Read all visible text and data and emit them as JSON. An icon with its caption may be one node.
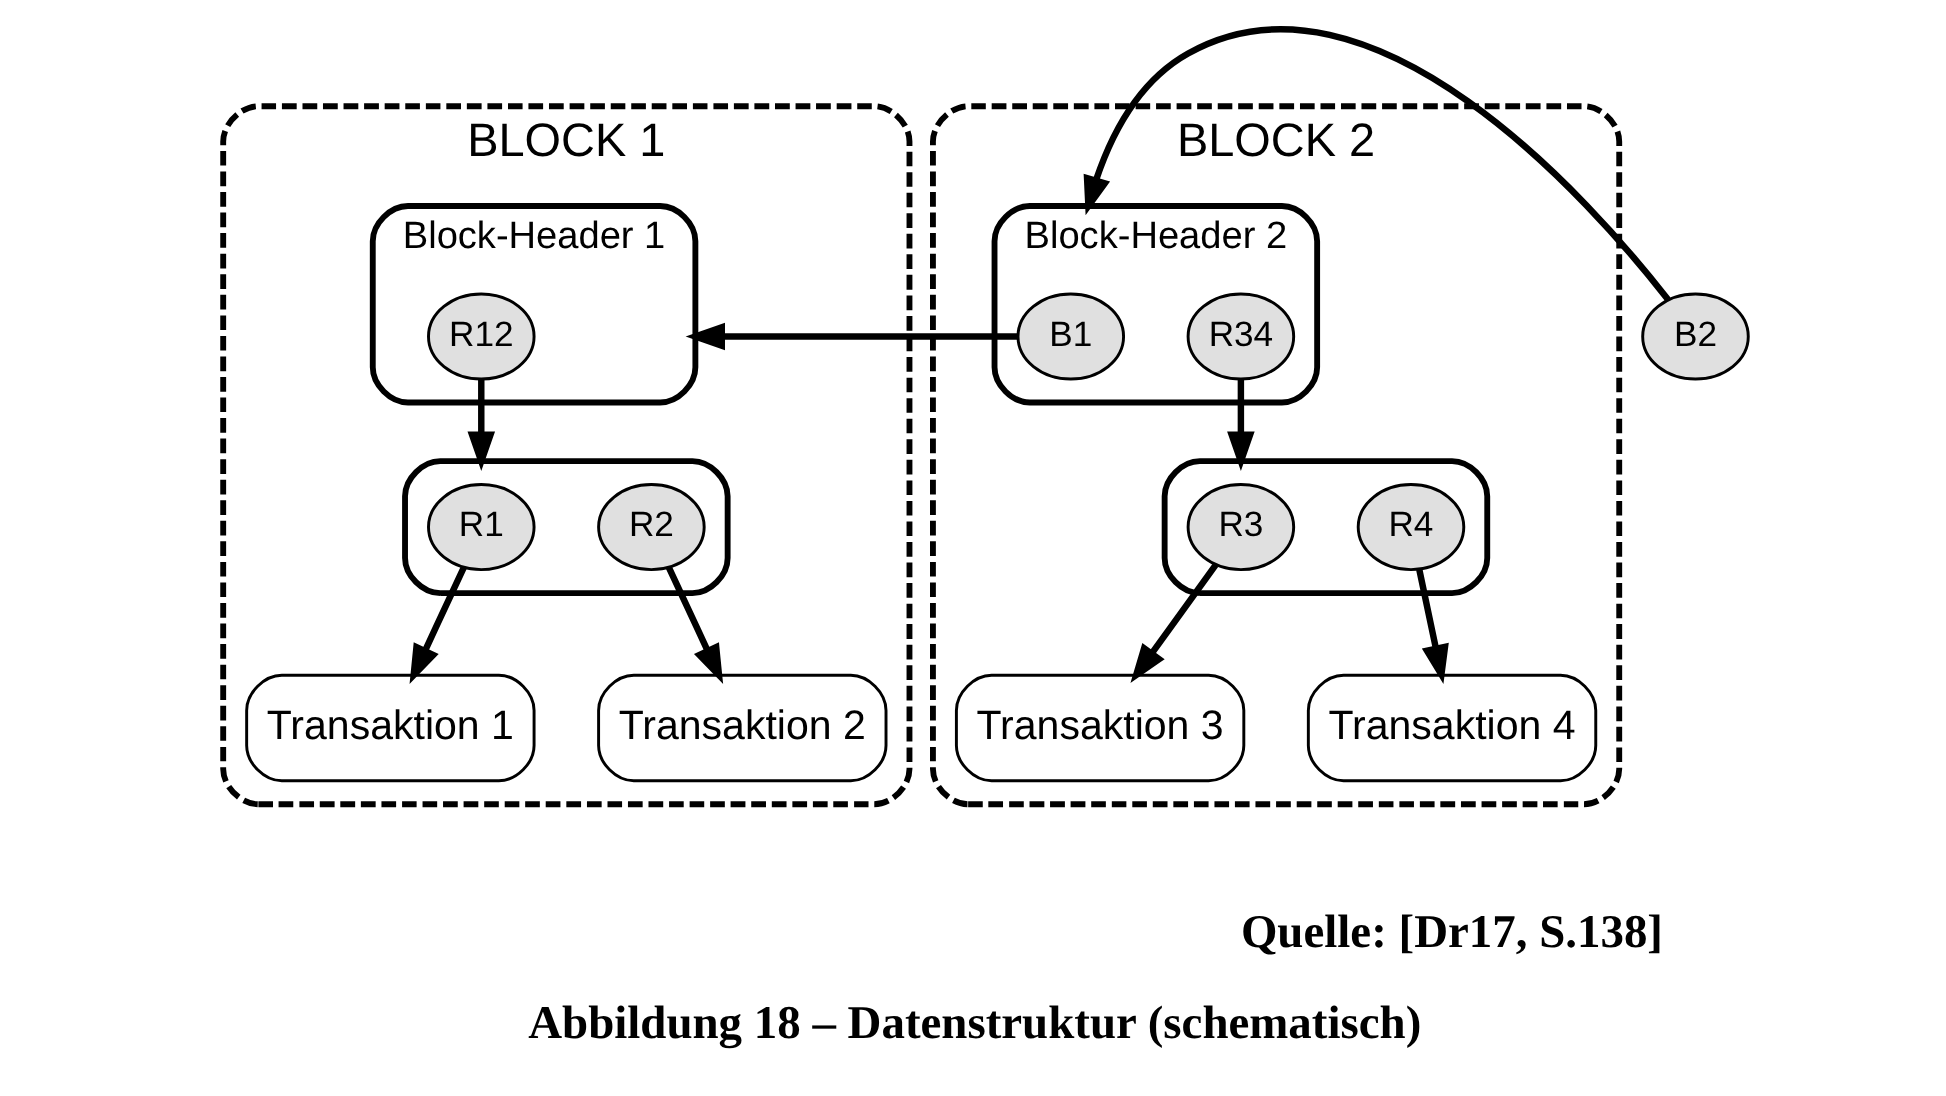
{
  "diagram": {
    "caption": "Abbildung 18 – Datenstruktur (schematisch)",
    "nodes": [
      {
        "text": [
          "BLOCK 1"
        ]
      },
      {
        "text": [
          "Block-Header 1"
        ],
        "in": 0
      },
      {
        "text": [
          "R12"
        ],
        "in": 1
      },
      {
        "text": [],
        "shape": "box",
        "in": 0
      },
      {
        "text": [
          "R1"
        ],
        "in": 3
      },
      {
        "text": [
          "R2"
        ],
        "in": 3
      },
      {
        "text": [
          "Transaktion 1"
        ],
        "in": 0
      },
      {
        "text": [
          "Transaktion 2"
        ],
        "in": 0
      },
      {
        "text": [
          "BLOCK 2"
        ]
      },
      {
        "text": [
          "Block-Header 2"
        ],
        "in": 8
      },
      {
        "text": [
          "B1"
        ],
        "in": 9
      },
      {
        "text": [
          "R34"
        ],
        "in": 9
      },
      {
        "text": [],
        "shape": "box",
        "in": 8
      },
      {
        "text": [
          "R3"
        ],
        "in": 12
      },
      {
        "text": [
          "R4"
        ],
        "in": 12
      },
      {
        "text": [
          "Transaktion 3"
        ],
        "in": 8
      },
      {
        "text": [
          "Transaktion 4"
        ],
        "in": 8
      },
      {
        "text": [
          "B2"
        ]
      }
    ],
    "edges": [
      {
        "from": 10,
        "to": 1,
        "arrow": "to"
      },
      {
        "from": 17,
        "to": 9,
        "arrow": "to"
      },
      {
        "from": 2,
        "to": 3,
        "arrow": "to"
      },
      {
        "from": 4,
        "to": 6,
        "arrow": "to"
      },
      {
        "from": 5,
        "to": 7,
        "arrow": "to"
      },
      {
        "from": 11,
        "to": 12,
        "arrow": "to"
      },
      {
        "from": 13,
        "to": 15,
        "arrow": "to"
      },
      {
        "from": 14,
        "to": 16,
        "arrow": "to"
      }
    ],
    "labels": [
      "Quelle: [Dr17, S.138]"
    ]
  }
}
